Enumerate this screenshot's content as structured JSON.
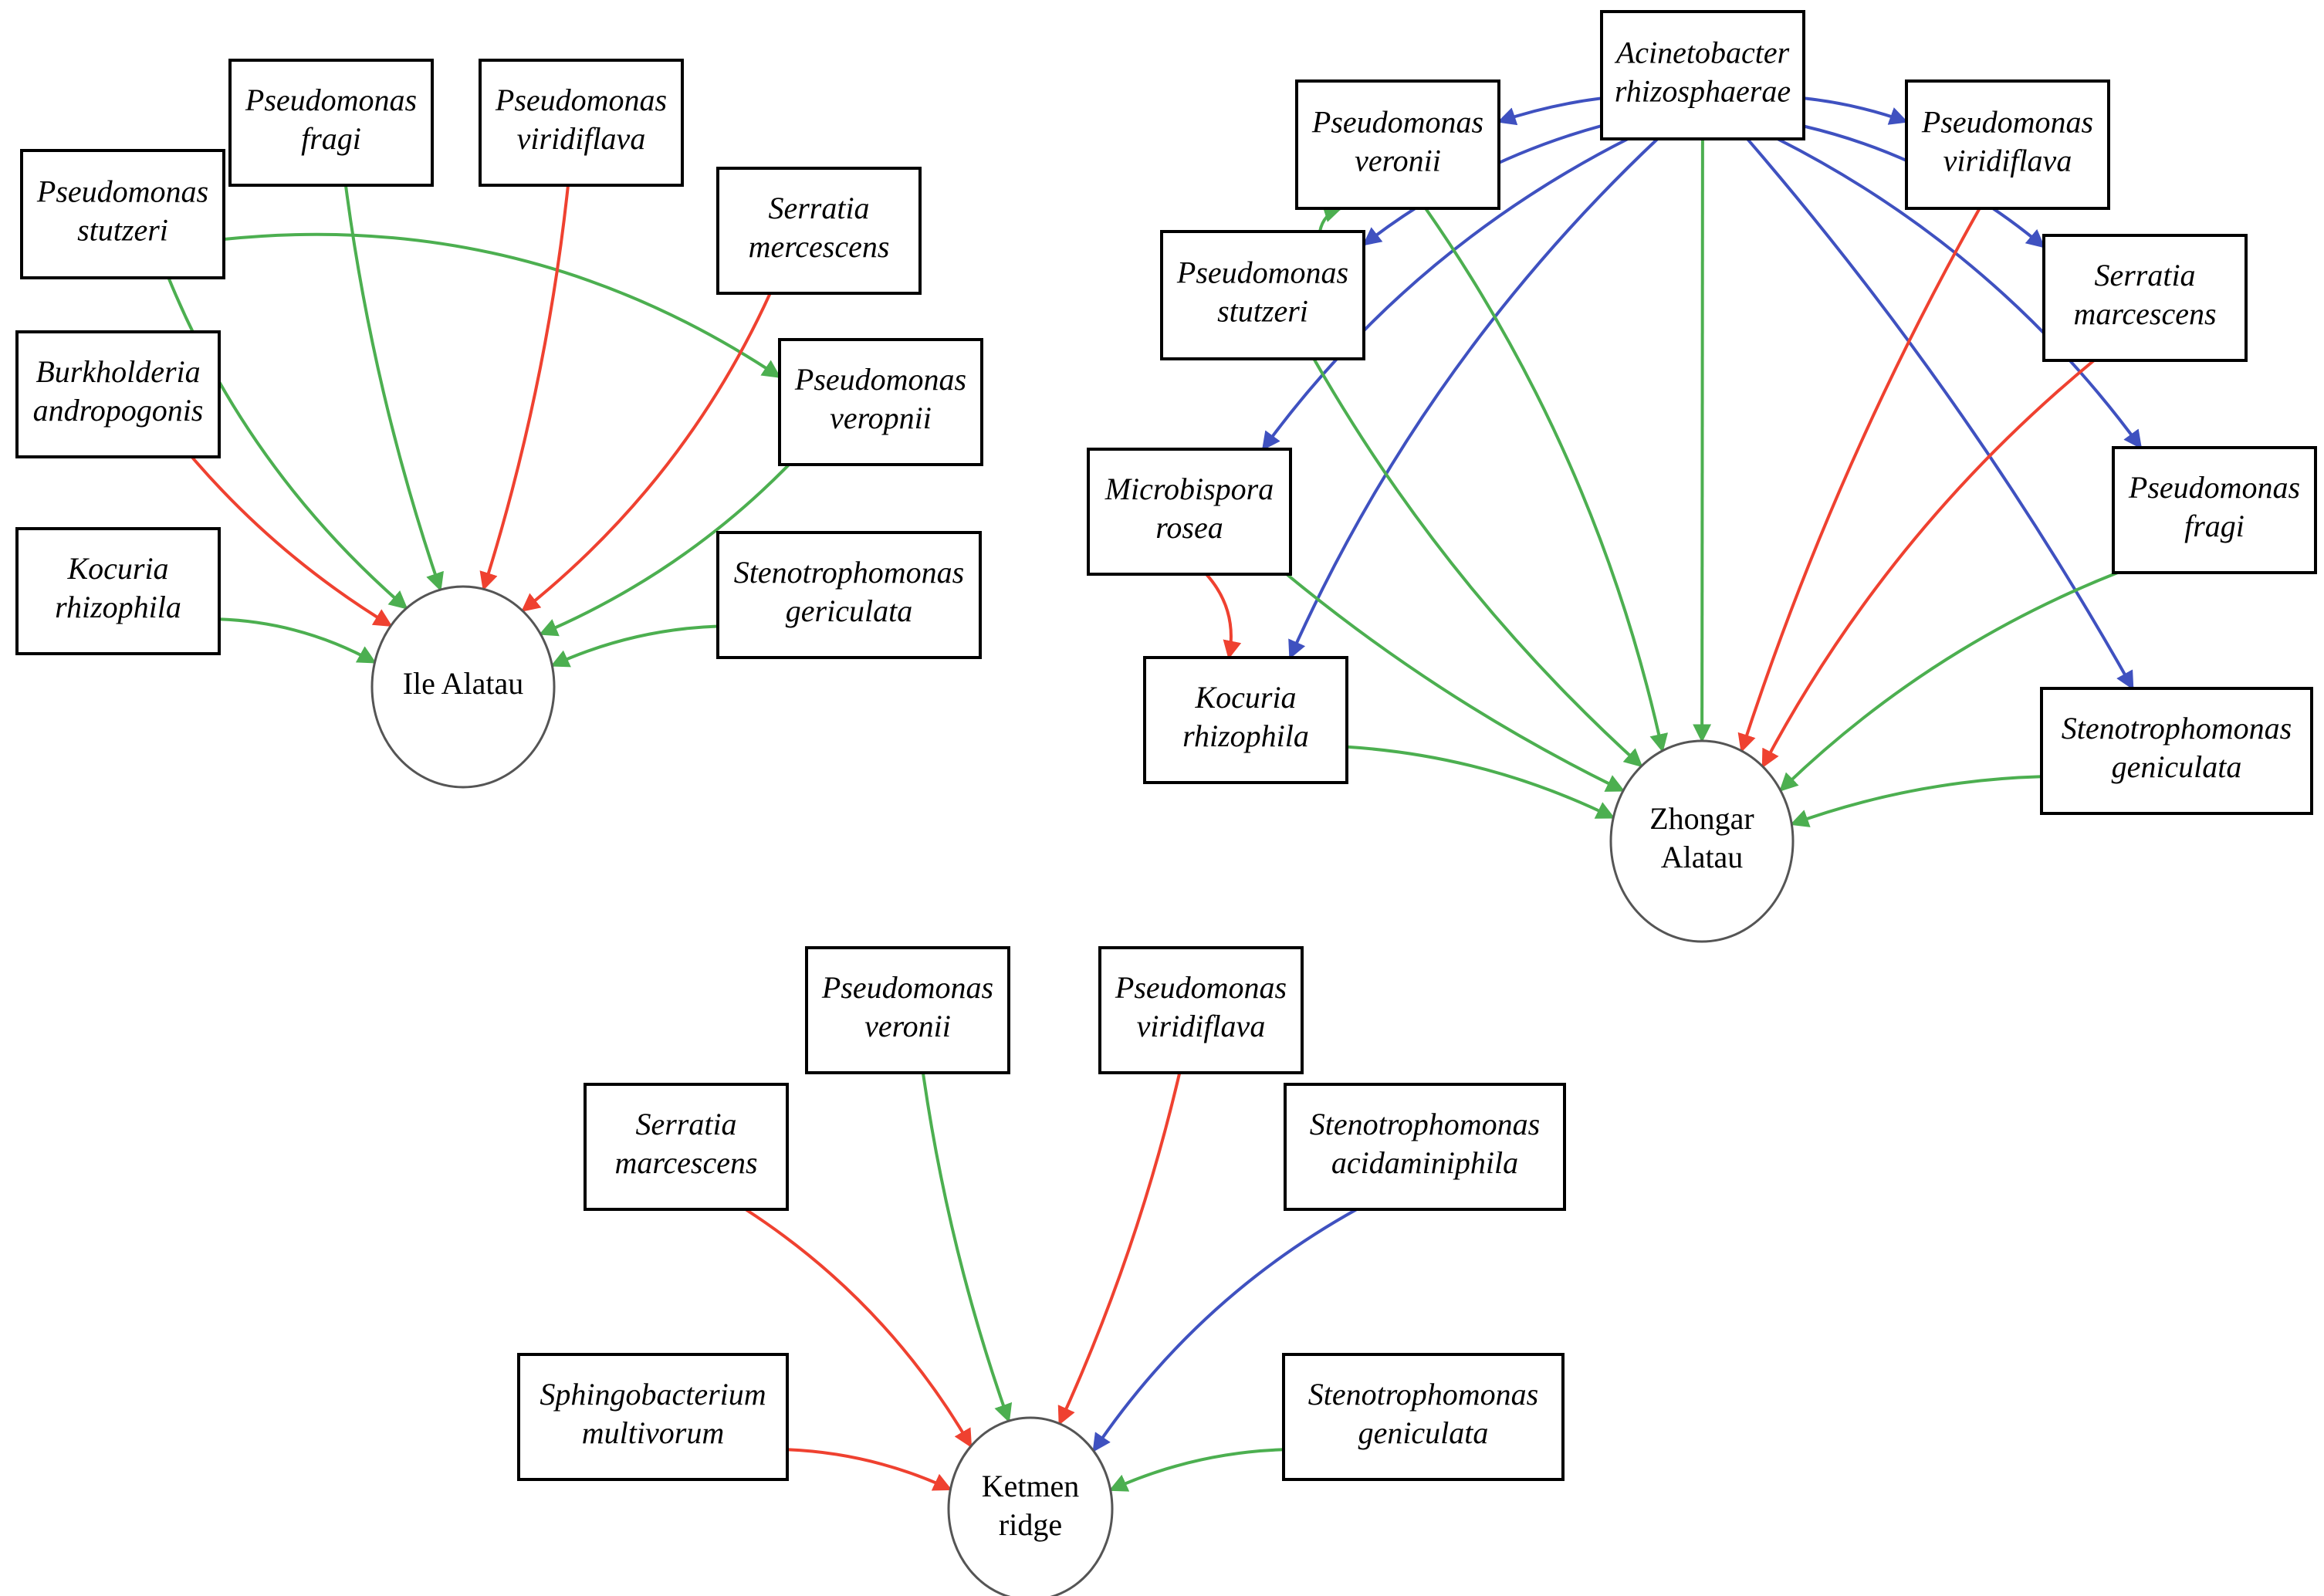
{
  "colors": {
    "green": "#4caf50",
    "red": "#ef4130",
    "blue": "#3f51c0"
  },
  "panels": [
    {
      "id": "ile",
      "hub": {
        "lines": [
          "Ile Alatau"
        ]
      },
      "nodes": [
        {
          "id": "stutzeri",
          "lines": [
            "Pseudomonas",
            "stutzeri"
          ]
        },
        {
          "id": "fragi",
          "lines": [
            "Pseudomonas",
            "fragi"
          ]
        },
        {
          "id": "viridiflava",
          "lines": [
            "Pseudomonas",
            "viridiflava"
          ]
        },
        {
          "id": "serratia",
          "lines": [
            "Serratia",
            "mercescens"
          ]
        },
        {
          "id": "burkholderia",
          "lines": [
            "Burkholderia",
            "andropogonis"
          ]
        },
        {
          "id": "veropnii",
          "lines": [
            "Pseudomonas",
            "veropnii"
          ]
        },
        {
          "id": "kocuria",
          "lines": [
            "Kocuria",
            "rhizophila"
          ]
        },
        {
          "id": "steno",
          "lines": [
            "Stenotrophomonas",
            "gericulata"
          ]
        }
      ],
      "edges": [
        {
          "from": "stutzeri",
          "to": "hub",
          "color": "green"
        },
        {
          "from": "stutzeri",
          "to": "veropnii",
          "color": "green"
        },
        {
          "from": "fragi",
          "to": "hub",
          "color": "green"
        },
        {
          "from": "viridiflava",
          "to": "hub",
          "color": "red"
        },
        {
          "from": "serratia",
          "to": "hub",
          "color": "red"
        },
        {
          "from": "burkholderia",
          "to": "hub",
          "color": "red"
        },
        {
          "from": "veropnii",
          "to": "hub",
          "color": "green"
        },
        {
          "from": "kocuria",
          "to": "hub",
          "color": "green"
        },
        {
          "from": "steno",
          "to": "hub",
          "color": "green"
        }
      ]
    },
    {
      "id": "zhongar",
      "hub": {
        "lines": [
          "Zhongar",
          "Alatau"
        ]
      },
      "nodes": [
        {
          "id": "acinetobacter",
          "lines": [
            "Acinetobacter",
            "rhizosphaerae"
          ]
        },
        {
          "id": "veronii",
          "lines": [
            "Pseudomonas",
            "veronii"
          ]
        },
        {
          "id": "viridiflava",
          "lines": [
            "Pseudomonas",
            "viridiflava"
          ]
        },
        {
          "id": "stutzeri",
          "lines": [
            "Pseudomonas",
            "stutzeri"
          ]
        },
        {
          "id": "serratia",
          "lines": [
            "Serratia",
            "marcescens"
          ]
        },
        {
          "id": "microbispora",
          "lines": [
            "Microbispora",
            "rosea"
          ]
        },
        {
          "id": "fragi",
          "lines": [
            "Pseudomonas",
            "fragi"
          ]
        },
        {
          "id": "kocuria",
          "lines": [
            "Kocuria",
            "rhizophila"
          ]
        },
        {
          "id": "steno",
          "lines": [
            "Stenotrophomonas",
            "geniculata"
          ]
        }
      ],
      "edges": [
        {
          "from": "acinetobacter",
          "to": "veronii",
          "color": "blue"
        },
        {
          "from": "acinetobacter",
          "to": "viridiflava",
          "color": "blue"
        },
        {
          "from": "acinetobacter",
          "to": "stutzeri",
          "color": "blue"
        },
        {
          "from": "acinetobacter",
          "to": "serratia",
          "color": "blue"
        },
        {
          "from": "acinetobacter",
          "to": "microbispora",
          "color": "blue"
        },
        {
          "from": "acinetobacter",
          "to": "fragi",
          "color": "blue"
        },
        {
          "from": "acinetobacter",
          "to": "kocuria",
          "color": "blue"
        },
        {
          "from": "acinetobacter",
          "to": "steno",
          "color": "blue"
        },
        {
          "from": "acinetobacter",
          "to": "hub",
          "color": "green"
        },
        {
          "from": "stutzeri",
          "to": "veronii",
          "color": "green"
        },
        {
          "from": "microbispora",
          "to": "kocuria",
          "color": "red"
        },
        {
          "from": "veronii",
          "to": "hub",
          "color": "green"
        },
        {
          "from": "stutzeri",
          "to": "hub",
          "color": "green"
        },
        {
          "from": "microbispora",
          "to": "hub",
          "color": "green"
        },
        {
          "from": "kocuria",
          "to": "hub",
          "color": "green"
        },
        {
          "from": "viridiflava",
          "to": "hub",
          "color": "red"
        },
        {
          "from": "serratia",
          "to": "hub",
          "color": "red"
        },
        {
          "from": "fragi",
          "to": "hub",
          "color": "green"
        },
        {
          "from": "steno",
          "to": "hub",
          "color": "green"
        }
      ]
    },
    {
      "id": "ketmen",
      "hub": {
        "lines": [
          "Ketmen",
          "ridge"
        ]
      },
      "nodes": [
        {
          "id": "veronii",
          "lines": [
            "Pseudomonas",
            "veronii"
          ]
        },
        {
          "id": "viridiflava",
          "lines": [
            "Pseudomonas",
            "viridiflava"
          ]
        },
        {
          "id": "serratia",
          "lines": [
            "Serratia",
            "marcescens"
          ]
        },
        {
          "id": "acidaminiphila",
          "lines": [
            "Stenotrophomonas",
            "acidaminiphila"
          ]
        },
        {
          "id": "sphingo",
          "lines": [
            "Sphingobacterium",
            "multivorum"
          ]
        },
        {
          "id": "geniculata",
          "lines": [
            "Stenotrophomonas",
            "geniculata"
          ]
        }
      ],
      "edges": [
        {
          "from": "serratia",
          "to": "hub",
          "color": "red"
        },
        {
          "from": "veronii",
          "to": "hub",
          "color": "green"
        },
        {
          "from": "viridiflava",
          "to": "hub",
          "color": "red"
        },
        {
          "from": "acidaminiphila",
          "to": "hub",
          "color": "blue"
        },
        {
          "from": "sphingo",
          "to": "hub",
          "color": "red"
        },
        {
          "from": "geniculata",
          "to": "hub",
          "color": "green"
        }
      ]
    }
  ]
}
